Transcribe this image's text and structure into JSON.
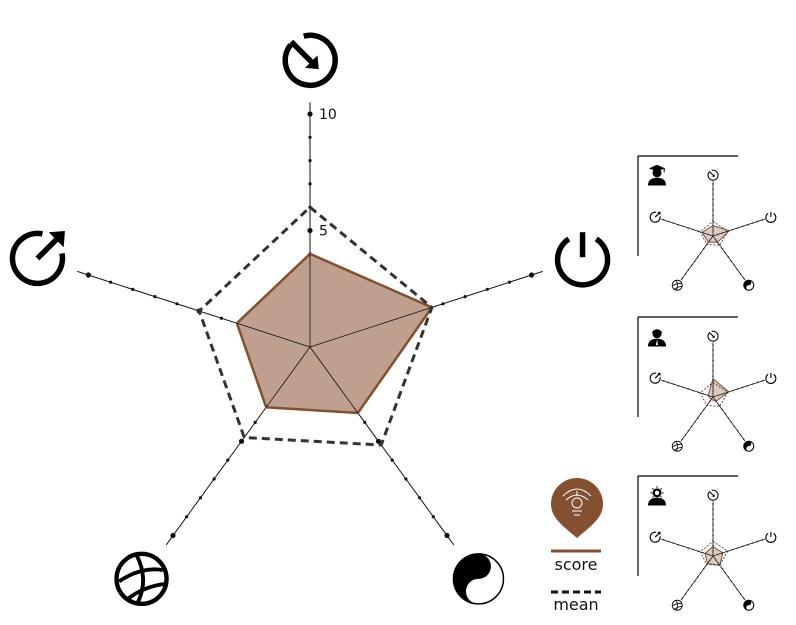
{
  "colors": {
    "score": "#85502f",
    "score_fill": "#bfa08e",
    "mean": "#333333",
    "axis": "#111111",
    "icon": "#000000"
  },
  "legend": {
    "score_label": "score",
    "mean_label": "mean",
    "emblem_icon": "garuda-emblem-map-pin-icon"
  },
  "chart_data": [
    {
      "type": "radar",
      "axes": [
        {
          "icon": "clock-arrow-in-icon"
        },
        {
          "icon": "power-icon"
        },
        {
          "icon": "yin-yang-icon"
        },
        {
          "icon": "globe-ball-icon"
        },
        {
          "icon": "clock-arrow-out-icon"
        }
      ],
      "tick_labels": [
        "5",
        "10"
      ],
      "range": [
        0,
        10
      ],
      "series": [
        {
          "name": "score",
          "values": [
            4.0,
            5.5,
            3.5,
            3.2,
            3.3
          ]
        },
        {
          "name": "mean",
          "values": [
            6.0,
            5.5,
            5.2,
            4.8,
            5.0
          ]
        }
      ]
    },
    {
      "type": "radar",
      "panel_icon": "graduate-person-icon",
      "range": [
        0,
        10
      ],
      "series": [
        {
          "name": "score",
          "values": [
            2.0,
            3.3,
            1.5,
            1.5,
            2.2
          ]
        },
        {
          "name": "mean",
          "values": [
            2.8,
            3.0,
            2.2,
            2.0,
            2.6
          ]
        }
      ]
    },
    {
      "type": "radar",
      "panel_icon": "businessman-person-icon",
      "range": [
        0,
        10
      ],
      "series": [
        {
          "name": "score",
          "values": [
            3.5,
            3.2,
            1.0,
            0.6,
            1.0
          ]
        },
        {
          "name": "mean",
          "values": [
            2.8,
            3.0,
            2.2,
            2.0,
            2.6
          ]
        }
      ]
    },
    {
      "type": "radar",
      "panel_icon": "idea-person-icon",
      "range": [
        0,
        10
      ],
      "series": [
        {
          "name": "score",
          "values": [
            1.8,
            2.0,
            2.2,
            1.8,
            1.6
          ]
        },
        {
          "name": "mean",
          "values": [
            2.8,
            3.0,
            2.2,
            2.0,
            2.6
          ]
        }
      ]
    }
  ]
}
